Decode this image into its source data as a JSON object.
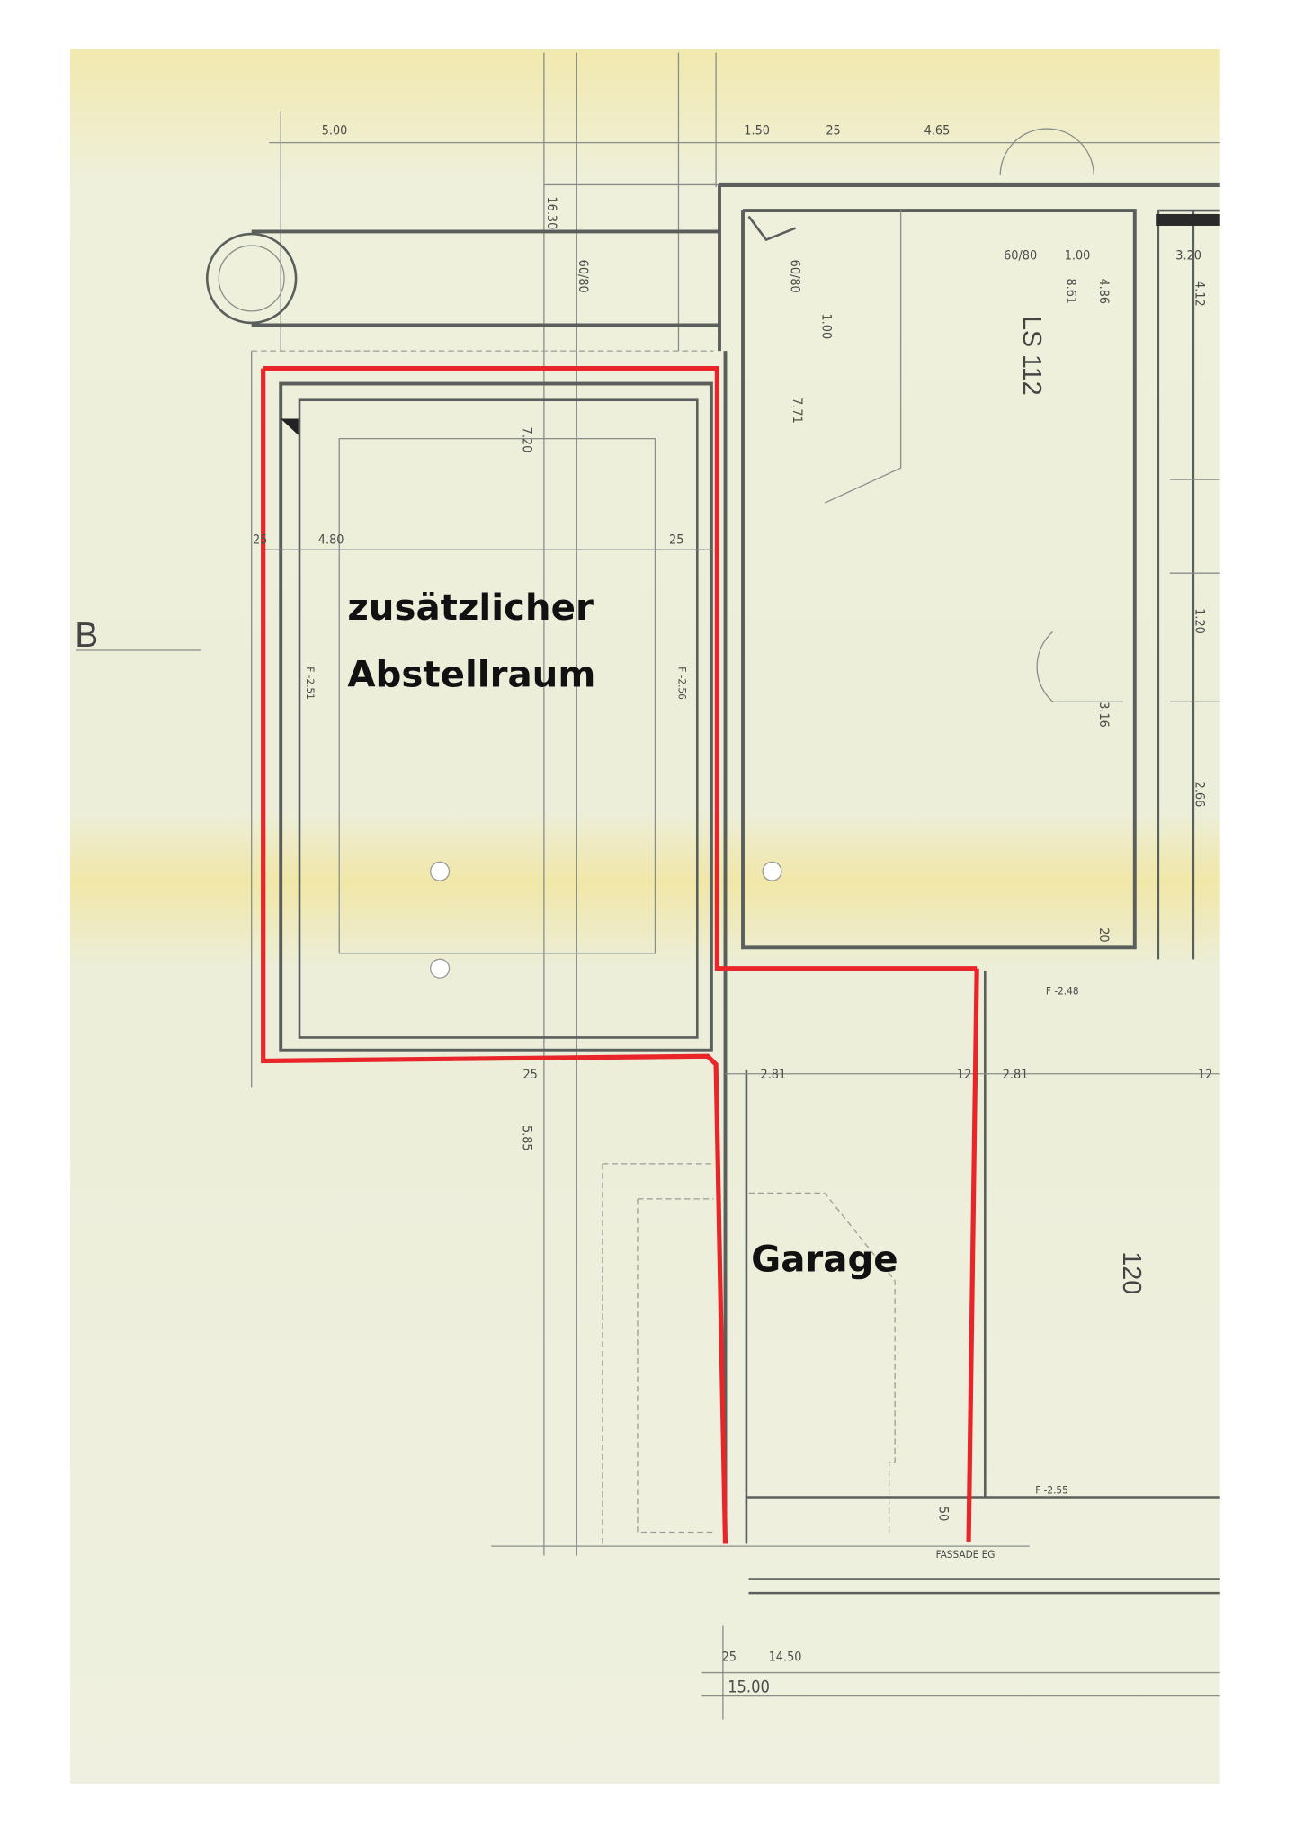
{
  "rooms": {
    "storage_line1": "zusätzlicher",
    "storage_line2": "Abstellraum",
    "garage": "Garage"
  },
  "section_marker": "B",
  "room_code": "LS 112",
  "area_label": "120",
  "dimensions": {
    "d_5_00": "5.00",
    "d_1_50": "1.50",
    "d_25a": "25",
    "d_4_65": "4.65",
    "d_16_30": "16.30",
    "d_60_80a": "60/80",
    "d_60_80b": "60/80",
    "d_60_80c": "60/80",
    "d_1_00": "1.00",
    "d_3_20": "3.20",
    "d_4_12": "4.12",
    "d_8_61": "8.61",
    "d_4_86": "4.86",
    "d_1_00b": "1.00",
    "d_7_71": "7.71",
    "d_7_20": "7.20",
    "d_4_80": "4.80",
    "d_25b": "25",
    "d_25c": "25",
    "d_25d": "25",
    "d_2_81a": "2.81",
    "d_2_81b": "2.81",
    "d_12a": "12",
    "d_12b": "12",
    "d_5_85": "5.85",
    "d_3_16": "3.16",
    "d_2_66": "2.66",
    "d_1_20": "1.20",
    "d_20": "20",
    "d_50": "50",
    "d_25e": "25",
    "d_14_50": "14.50",
    "d_15_00": "15.00"
  },
  "levels": {
    "f_248": "F -2.48",
    "f_255": "F -2.55",
    "f_251": "F -2.51",
    "f_256": "F -2.56"
  },
  "facade_label": "FASSADE EG",
  "colors": {
    "outline": "#e8262a",
    "paper": "#eef0dc",
    "paper_yellow": "#f3eab0",
    "lines": "#5b5f5c"
  }
}
